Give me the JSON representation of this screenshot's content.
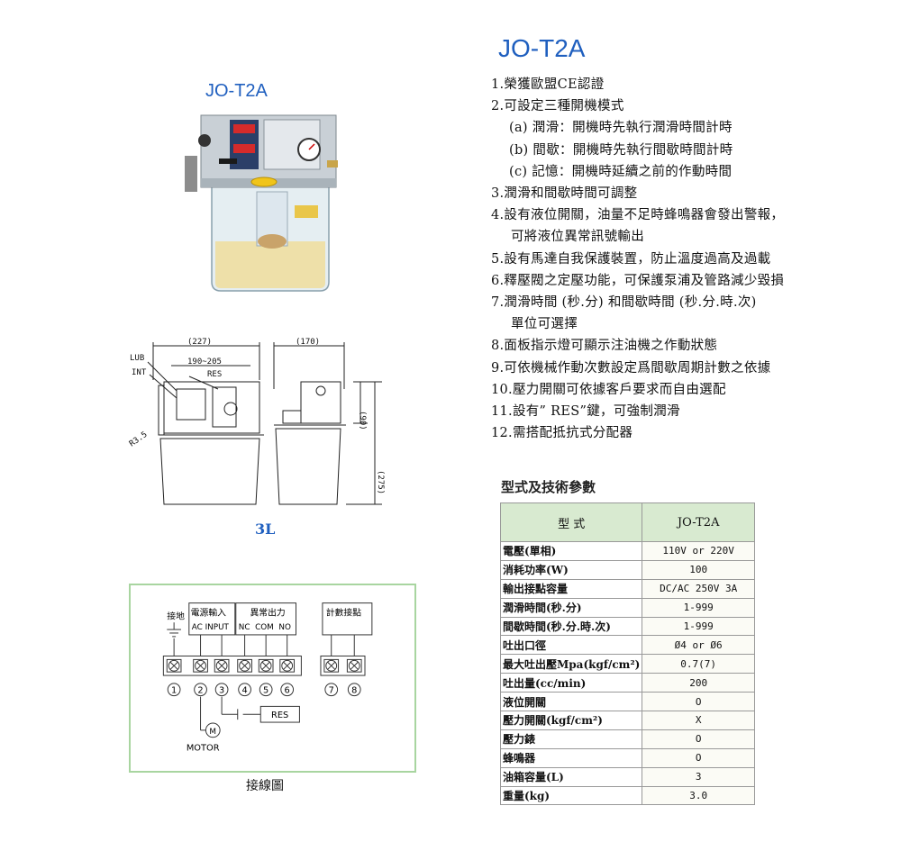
{
  "main_title": "JO-T2A",
  "photo_title": "JO-T2A",
  "features": [
    {
      "text": "1.榮獲歐盟CE認證",
      "kind": "item"
    },
    {
      "text": "2.可設定三種開機模式",
      "kind": "item"
    },
    {
      "text": "(a) 潤滑：開機時先執行潤滑時間計時",
      "kind": "sub"
    },
    {
      "text": "(b) 間歇：開機時先執行間歇時間計時",
      "kind": "sub"
    },
    {
      "text": "(c) 記憶：開機時延續之前的作動時間",
      "kind": "sub"
    },
    {
      "text": "3.潤滑和間歇時間可調整",
      "kind": "item"
    },
    {
      "text": "4.設有液位開關，油量不足時蜂鳴器會發出警報，",
      "kind": "item"
    },
    {
      "text": "可將液位異常訊號輸出",
      "kind": "cont"
    },
    {
      "text": "5.設有馬達自我保護裝置，防止溫度過高及過載",
      "kind": "item"
    },
    {
      "text": "6.釋壓閥之定壓功能，可保護泵浦及管路減少毀損",
      "kind": "item"
    },
    {
      "text": "7.潤滑時間 (秒.分) 和間歇時間 (秒.分.時.次)",
      "kind": "item"
    },
    {
      "text": "單位可選擇",
      "kind": "cont"
    },
    {
      "text": "8.面板指示燈可顯示注油機之作動狀態",
      "kind": "item"
    },
    {
      "text": "9.可依機械作動次數設定爲間歇周期計數之依據",
      "kind": "item"
    },
    {
      "text": "10.壓力開關可依據客戶要求而自由選配",
      "kind": "item"
    },
    {
      "text": "11.設有” RES”鍵，可強制潤滑",
      "kind": "item"
    },
    {
      "text": "12.需搭配抵抗式分配器",
      "kind": "item"
    }
  ],
  "spec": {
    "title": "型式及技術參數",
    "header": [
      "型 式",
      "JO-T2A"
    ],
    "rows": [
      [
        "電壓(單相)",
        "110V or 220V"
      ],
      [
        "消耗功率(W)",
        "100"
      ],
      [
        "輸出接點容量",
        "DC/AC 250V 3A"
      ],
      [
        "潤滑時間(秒.分)",
        "1-999"
      ],
      [
        "間歇時間(秒.分.時.次)",
        "1-999"
      ],
      [
        "吐出口徑",
        "Ø4 or Ø6"
      ],
      [
        "最大吐出壓Mpa(kgf/cm²)",
        "0.7(7)"
      ],
      [
        "吐出量(cc/min)",
        "200"
      ],
      [
        "液位開關",
        "O"
      ],
      [
        "壓力開關(kgf/cm²)",
        "X"
      ],
      [
        "壓力錶",
        "O"
      ],
      [
        "蜂鳴器",
        "O"
      ],
      [
        "油箱容量(L)",
        "3"
      ],
      [
        "重量(kg)",
        "3.0"
      ]
    ]
  },
  "dimensions": {
    "width_total": "(227)",
    "width_side": "(170)",
    "mount_range": "190~205",
    "res_label": "RES",
    "lub_label": "LUB",
    "int_label": "INT",
    "hole_label": "R3.5",
    "height_upper": "(90)",
    "height_total": "(275)"
  },
  "capacity_label": "3L",
  "wiring": {
    "caption": "接線圖",
    "ground_label": "接地",
    "power_label": "電源輸入",
    "power_sub": "AC INPUT",
    "alarm_label": "異常出力",
    "alarm_sub": "NC  COM  NO",
    "counter_label": "計數接點",
    "terminals": [
      "1",
      "2",
      "3",
      "4",
      "5",
      "6",
      "7",
      "8"
    ],
    "res_label": "RES",
    "motor_symbol": "M",
    "motor_label": "MOTOR"
  },
  "colors": {
    "title_blue": "#1f5fbf",
    "table_header": "#d8ead0",
    "wiring_border": "#a8d5a0"
  }
}
